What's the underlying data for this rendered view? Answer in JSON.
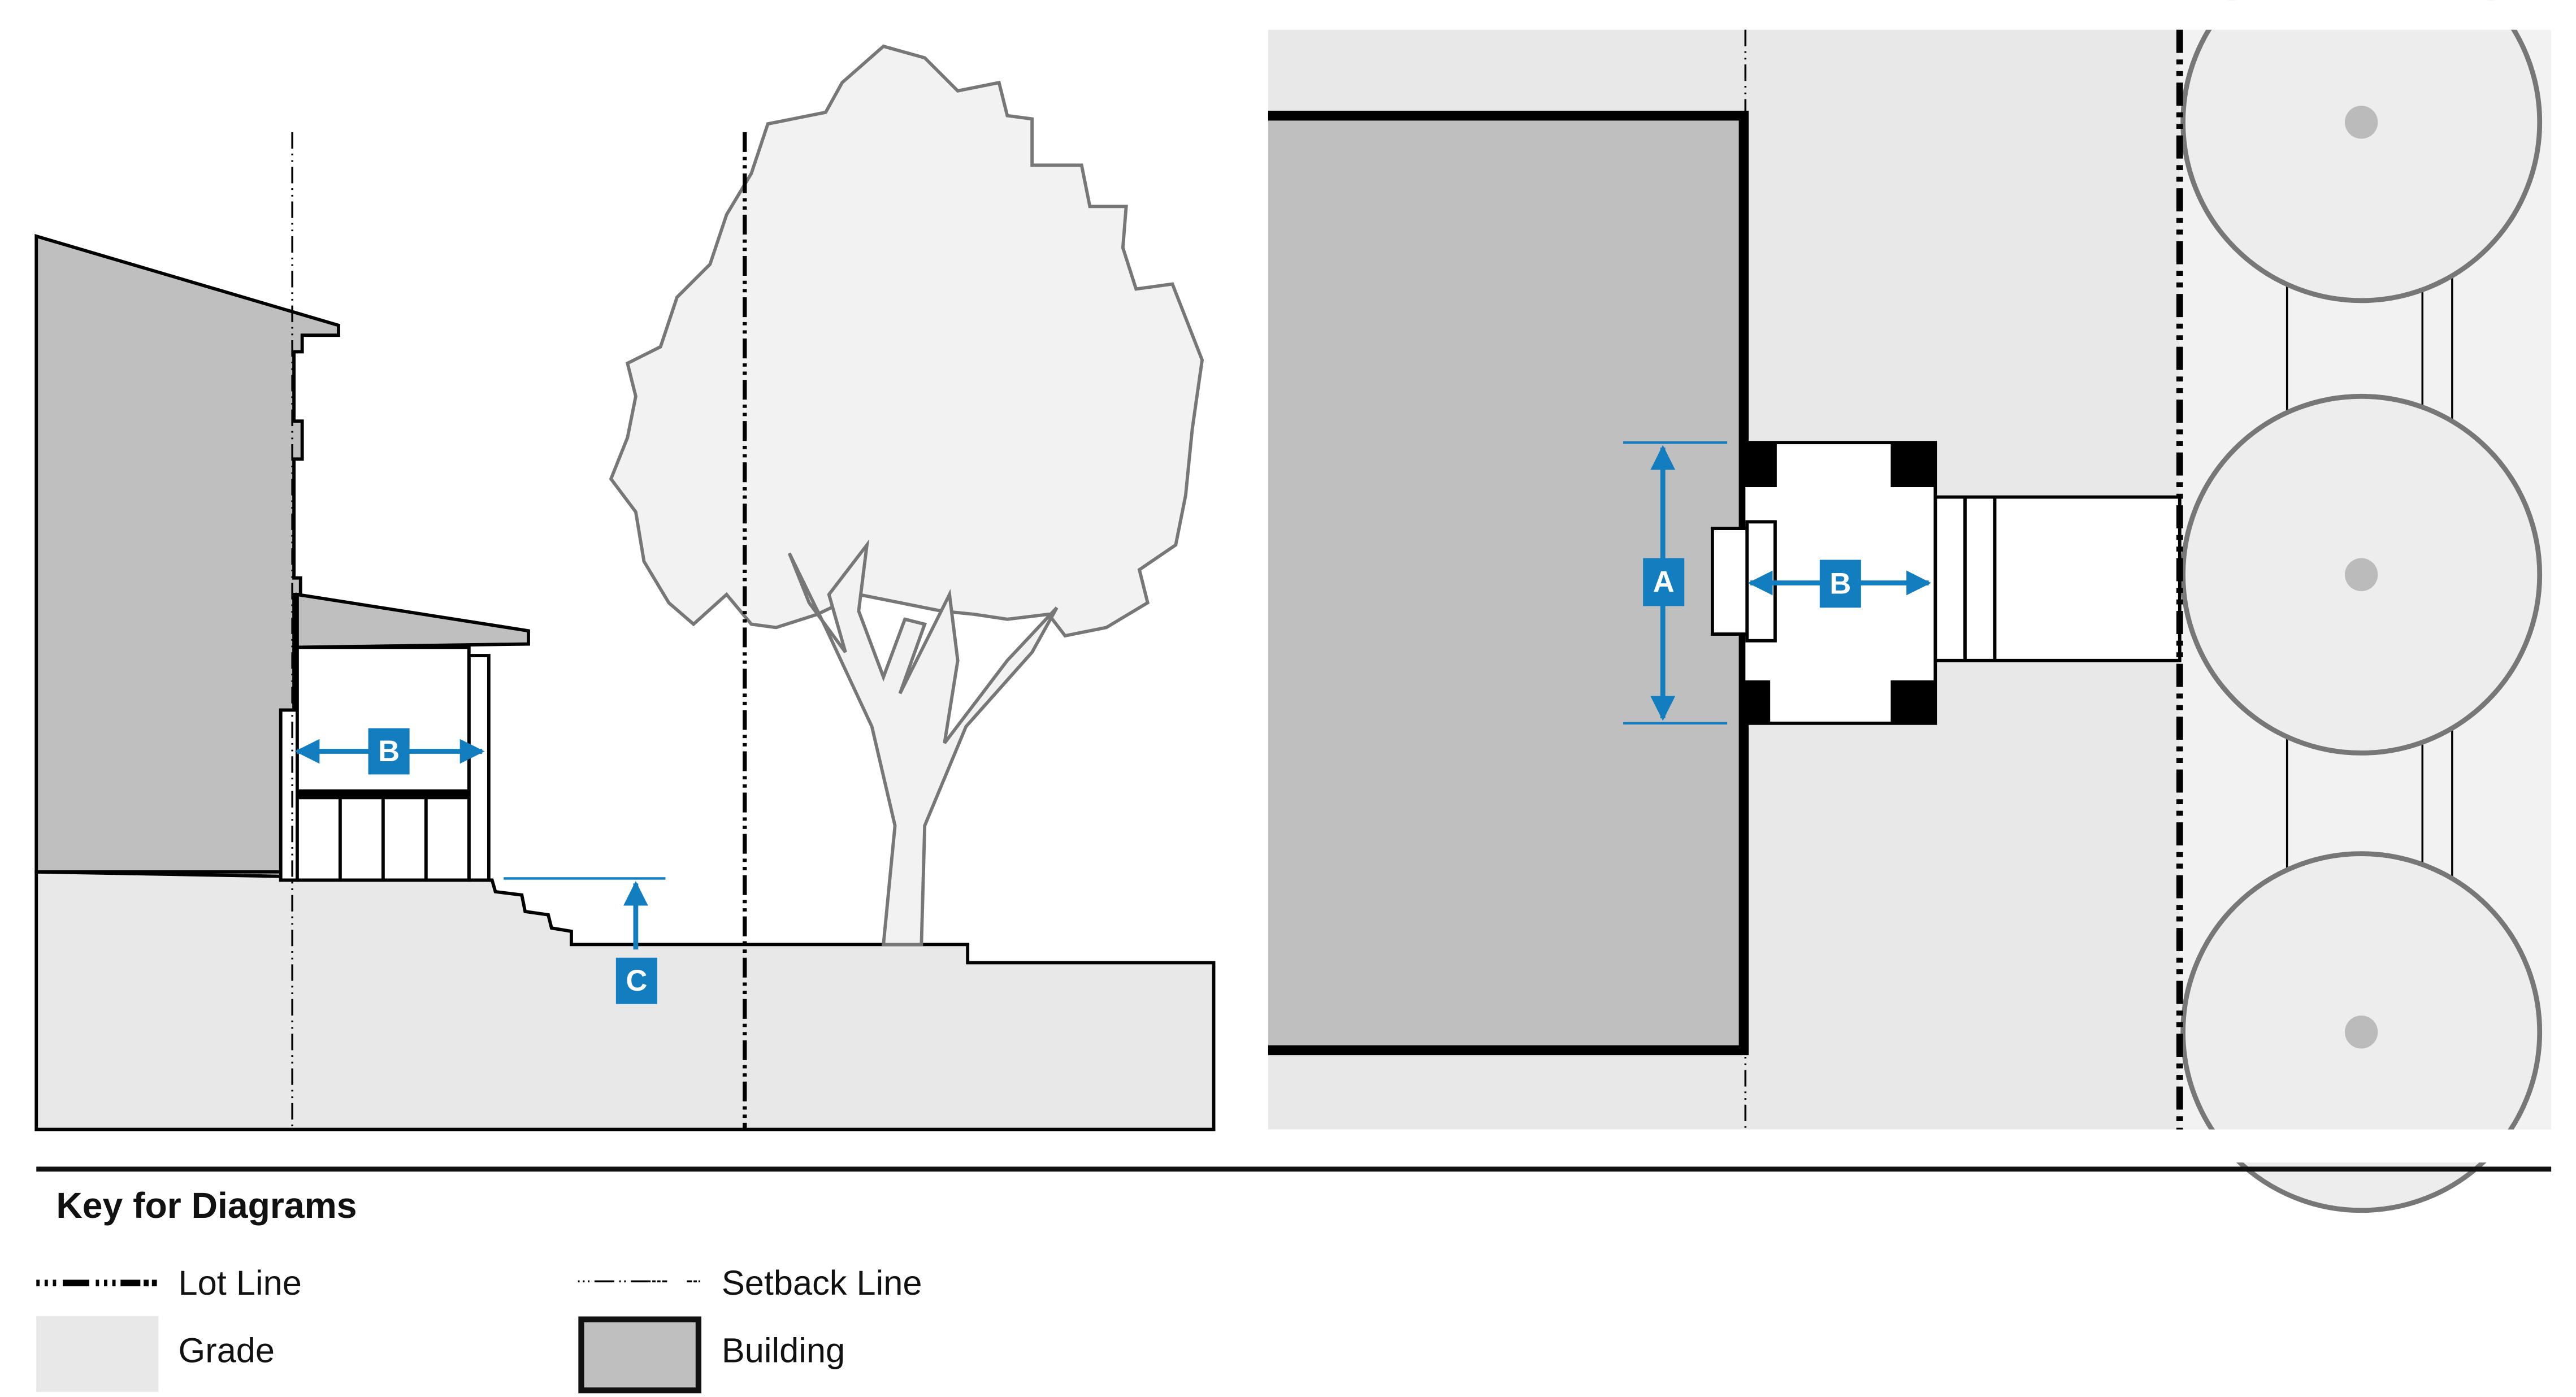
{
  "colors": {
    "accent": "#127EC0",
    "grade": "#E8E8E8",
    "building": "#BFBFBF",
    "tree_fill": "#F2F2F2",
    "tree_stroke": "#777777",
    "line": "#000000"
  },
  "section_diagram": {
    "labels": {
      "b": "B",
      "c": "C"
    }
  },
  "plan_diagram": {
    "labels": {
      "a": "A",
      "b": "B"
    }
  },
  "key": {
    "title": "Key for Diagrams",
    "items": [
      {
        "label": "Lot Line",
        "icon": "lot-line-swatch"
      },
      {
        "label": "Setback Line",
        "icon": "setback-line-swatch"
      },
      {
        "label": "Grade",
        "icon": "grade-swatch"
      },
      {
        "label": "Building",
        "icon": "building-swatch"
      }
    ]
  }
}
